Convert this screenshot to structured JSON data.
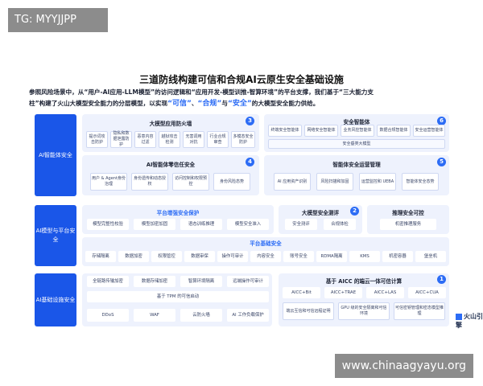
{
  "tag": "TG: MYYJJPP",
  "watermark": "www.chinaagyayu.org",
  "title": "三道防线构建可信和合规AI云原生安全基础设施",
  "intro": {
    "line1": "参照风险场景中，从“用户-AI应用-LLM模型”的访问逻辑和“应用开发-模型训推-智算环境”的平台支撑，我们基于“三大能力支",
    "line2a": "柱”构建了火山大模型安全能力的分层模型，以实现",
    "hl1": "“可信”",
    "sep1": "、",
    "hl2": "“合规”",
    "sep2": "与",
    "hl3": "“安全”",
    "line2b": "的大模型安全能力供给。"
  },
  "sides": [
    "AI智能体安全",
    "AI模型与平台安全",
    "AI基础设施安全"
  ],
  "panels": {
    "p3": {
      "title": "大模型应用防火墙",
      "badge": "3",
      "chips": [
        "提示词攻击防护",
        "隐私和数据泄露防护",
        "恶意内容过滤",
        "越狱攻击检测",
        "无害调用对抗",
        "行业合规审查",
        "多模态安全防护"
      ]
    },
    "p6": {
      "title": "安全智能体",
      "badge": "6",
      "chips": [
        "终端安全智能体",
        "网络安全智能体",
        "业务风控智能体",
        "数据合规智能体",
        "安全运营智能体"
      ],
      "sub": "安全垂类大模型"
    },
    "p4": {
      "title": "AI智能体零信任安全",
      "badge": "4",
      "chips": [
        "用户 & Agent身份治理",
        "身份遗传和动态授权",
        "访问控制和权限预控",
        "身份风险态势"
      ]
    },
    "p5": {
      "title": "智能体安全运营管理",
      "badge": "5",
      "chips": [
        "AI 应用资产识别",
        "风险扫描和加固",
        "运营监控和 UEBA",
        "智能体安全态势"
      ]
    },
    "platform": {
      "title": "平台增强安全保护",
      "chips": [
        "模型完整性校验",
        "模型加密加固",
        "语态训练推理",
        "模型安全准入"
      ]
    },
    "p2": {
      "title": "大模型安全测评",
      "badge": "2",
      "chips": [
        "安全测评",
        "合规体检"
      ]
    },
    "infer": {
      "title": "推理安全可控",
      "chips": [
        "机密推理服务"
      ]
    },
    "base": {
      "title": "平台基础安全",
      "chips": [
        "存储隔离",
        "数据加密",
        "权限管控",
        "数据审保",
        "操作可审计",
        "内容安全",
        "账号安全",
        "RDMA隔离",
        "KMS",
        "机密容器",
        "堡垒机"
      ]
    },
    "infra": {
      "chips": [
        "全链路传输加密",
        "数据存储加密",
        "智算环境隔离",
        "远端操作可审计"
      ],
      "tpm": "基于 TPM 的可信启动",
      "bottom": [
        "DDoS",
        "WAF",
        "云防火墙",
        "AI 工作负载保护"
      ]
    },
    "p1": {
      "title": "基于 AICC 的端云一体可信计算",
      "badge": "1",
      "chips": [
        "AICC+Bit",
        "AICC+TRAE",
        "AICC+LAS",
        "AICC+CUA"
      ],
      "sub": [
        "端云互信和可信远程证明",
        "GPU 级的安全隔离和可信环境",
        "可信密钥管理和密态模型推理"
      ]
    }
  },
  "logo": "火山引擎",
  "colors": {
    "accent": "#1a56e8",
    "panel": "#eef2fd",
    "highlight": "#2c6cf5"
  }
}
